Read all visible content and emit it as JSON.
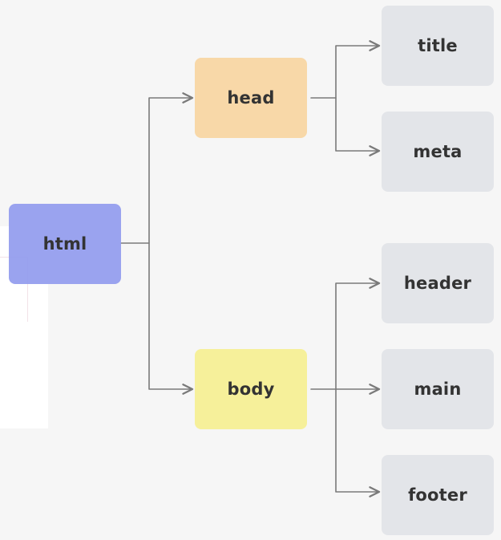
{
  "nodes": {
    "html": "html",
    "head": "head",
    "body": "body",
    "title": "title",
    "meta": "meta",
    "header": "header",
    "main": "main",
    "footer": "footer"
  },
  "edges": [
    [
      "html",
      "head"
    ],
    [
      "html",
      "body"
    ],
    [
      "head",
      "title"
    ],
    [
      "head",
      "meta"
    ],
    [
      "body",
      "header"
    ],
    [
      "body",
      "main"
    ],
    [
      "body",
      "footer"
    ]
  ],
  "colors": {
    "background": "#f6f6f6",
    "html": "#919bee",
    "head": "#f8d8a8",
    "body": "#f6f09a",
    "leaf": "#e3e5e9",
    "connector": "#7a7a7a",
    "text": "#333333"
  }
}
